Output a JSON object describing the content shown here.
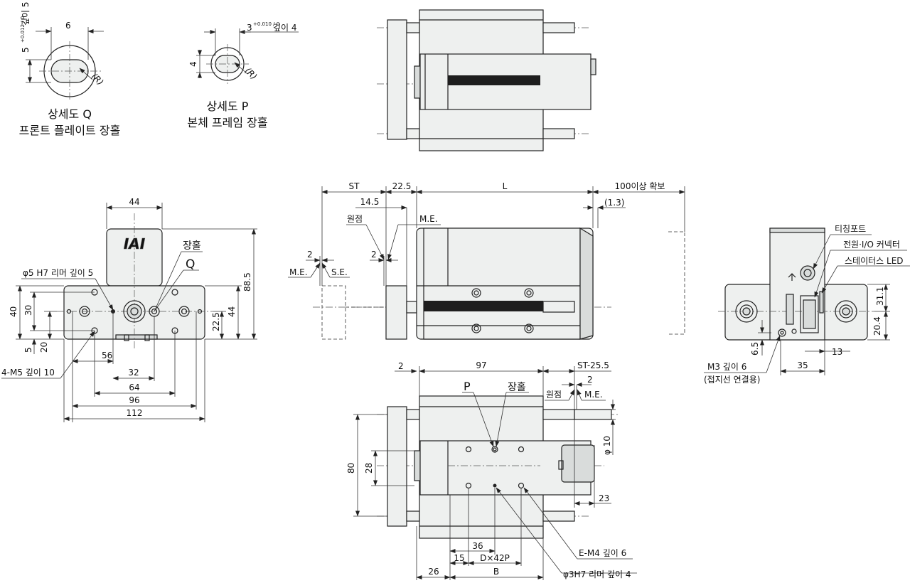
{
  "detail_q": {
    "dim_width": "6",
    "dim_height": "5",
    "dim_height_tol": "+0.012 / 0",
    "depth": "깊이 5",
    "radius": "(R)",
    "title": "상세도 Q",
    "subtitle": "프론트 플레이트 장홀"
  },
  "detail_p": {
    "dim_width": "3",
    "dim_width_tol": "+0.010 / 0",
    "depth": "깊이 4",
    "dim_height": "4",
    "radius": "(R)",
    "title": "상세도 P",
    "subtitle": "본체 프레임 장홀"
  },
  "front_view": {
    "dim_44_top": "44",
    "logo": "IAI",
    "slot_label": "장홀",
    "q_label": "Q",
    "reamer_label": "φ5 H7 리머 깊이 5",
    "tap_label": "4-M5 깊이 10",
    "dim_88_5": "88.5",
    "dim_44_right": "44",
    "dim_22_5": "22.5",
    "dim_40": "40",
    "dim_30": "30",
    "dim_5": "5",
    "dim_20": "20",
    "dim_56": "56",
    "dim_32": "32",
    "dim_64": "64",
    "dim_96": "96",
    "dim_112": "112"
  },
  "side_view": {
    "st": "ST",
    "dim_22_5": "22.5",
    "L": "L",
    "clearance": "100이상 확보",
    "dim_14_5": "14.5",
    "dim_1_3": "(1.3)",
    "origin": "원점",
    "me_top": "M.E.",
    "dim_2a": "2",
    "dim_2b": "2",
    "me_left": "M.E.",
    "se_left": "S.E."
  },
  "rear_view": {
    "teaching_port": "티칭포트",
    "power_io": "전원·I/O 커넥터",
    "status_led": "스테이터스 LED",
    "dim_31_1": "31.1",
    "dim_20_4": "20.4",
    "dim_13": "13",
    "dim_35": "35",
    "dim_6_5": "6.5",
    "ground_tap": "M3 깊이 6",
    "ground_note": "(접지선 연결용)"
  },
  "bottom_view": {
    "dim_2": "2",
    "dim_97": "97",
    "st_minus": "ST-25.5",
    "dim_2_right": "2",
    "p_label": "P",
    "slot_label": "장홀",
    "origin": "원점",
    "me": "M.E.",
    "dim_80": "80",
    "dim_28": "28",
    "phi_10": "φ 10",
    "dim_23": "23",
    "dim_36": "36",
    "dim_15": "15",
    "dxp": "D×42P",
    "dim_26": "26",
    "B": "B",
    "tap_label": "E-M4 깊이 6",
    "reamer_label": "φ3H7 리머 깊이 4"
  }
}
